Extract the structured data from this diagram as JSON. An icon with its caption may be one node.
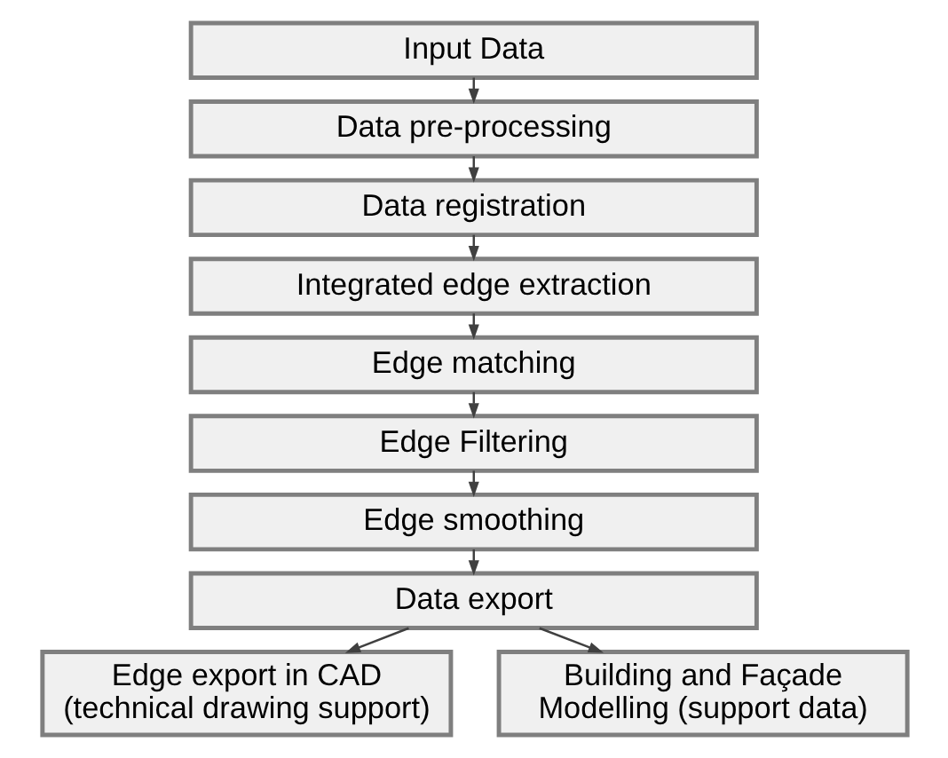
{
  "diagram": {
    "nodes": [
      {
        "text": [
          "Input Data"
        ]
      },
      {
        "text": [
          "Data pre-processing"
        ]
      },
      {
        "text": [
          "Data registration"
        ]
      },
      {
        "text": [
          "Integrated edge extraction"
        ]
      },
      {
        "text": [
          "Edge matching"
        ]
      },
      {
        "text": [
          "Edge Filtering"
        ]
      },
      {
        "text": [
          "Edge smoothing"
        ]
      },
      {
        "text": [
          "Data export"
        ]
      },
      {
        "text": [
          "Edge export in CAD (technical drawing support)"
        ]
      },
      {
        "text": [
          "Building and Façade Modelling (support data)"
        ]
      }
    ],
    "edges": [
      {
        "from": 0,
        "to": 1,
        "arrow": "to"
      },
      {
        "from": 1,
        "to": 2,
        "arrow": "to"
      },
      {
        "from": 2,
        "to": 3,
        "arrow": "to"
      },
      {
        "from": 3,
        "to": 4,
        "arrow": "to"
      },
      {
        "from": 4,
        "to": 5,
        "arrow": "to"
      },
      {
        "from": 5,
        "to": 6,
        "arrow": "to"
      },
      {
        "from": 6,
        "to": 7,
        "arrow": "to"
      },
      {
        "from": 7,
        "to": 8,
        "arrow": "to"
      },
      {
        "from": 7,
        "to": 9,
        "arrow": "to"
      }
    ]
  }
}
